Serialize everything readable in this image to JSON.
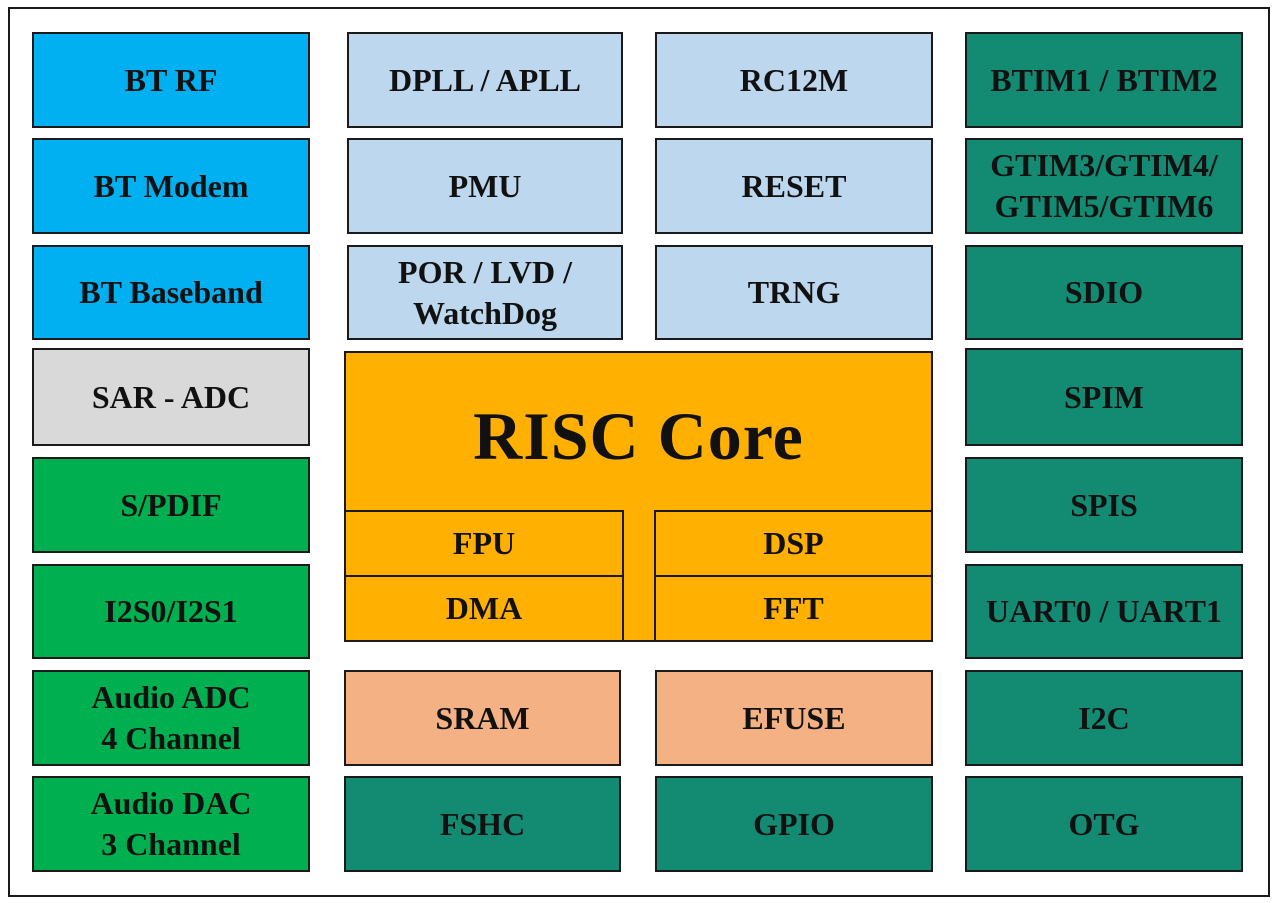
{
  "diagram": {
    "left_column": [
      {
        "id": "bt-rf",
        "label": "BT  RF"
      },
      {
        "id": "bt-modem",
        "label": "BT  Modem"
      },
      {
        "id": "bt-baseband",
        "label": "BT  Baseband"
      },
      {
        "id": "sar-adc",
        "label": "SAR - ADC"
      },
      {
        "id": "spdif",
        "label": "S/PDIF"
      },
      {
        "id": "i2s",
        "label": "I2S0/I2S1"
      },
      {
        "id": "audio-adc",
        "label": "Audio ADC\n4 Channel"
      },
      {
        "id": "audio-dac",
        "label": "Audio DAC\n3 Channel"
      }
    ],
    "center_left": [
      {
        "id": "dpll-apll",
        "label": "DPLL / APLL"
      },
      {
        "id": "pmu",
        "label": "PMU"
      },
      {
        "id": "por-lvd-watchdog",
        "label": "POR / LVD /\nWatchDog"
      }
    ],
    "center_right": [
      {
        "id": "rc12m",
        "label": "RC12M"
      },
      {
        "id": "reset",
        "label": "RESET"
      },
      {
        "id": "trng",
        "label": "TRNG"
      }
    ],
    "core": {
      "title": "RISC  Core",
      "fpu": "FPU",
      "dsp": "DSP",
      "dma": "DMA",
      "fft": "FFT"
    },
    "memory": {
      "sram": "SRAM",
      "efuse": "EFUSE"
    },
    "bottom": {
      "fshc": "FSHC",
      "gpio": "GPIO"
    },
    "right_column": [
      {
        "id": "btim",
        "label": "BTIM1 / BTIM2"
      },
      {
        "id": "gtim",
        "label": "GTIM3/GTIM4/\nGTIM5/GTIM6"
      },
      {
        "id": "sdio",
        "label": "SDIO"
      },
      {
        "id": "spim",
        "label": "SPIM"
      },
      {
        "id": "spis",
        "label": "SPIS"
      },
      {
        "id": "uart",
        "label": "UART0 / UART1"
      },
      {
        "id": "i2c",
        "label": "I2C"
      },
      {
        "id": "otg",
        "label": "OTG"
      }
    ],
    "colors": {
      "bt_blocks": "#00b0f0",
      "adc_block": "#d9d9d9",
      "audio_blocks": "#00b050",
      "clock_power_blocks": "#bdd7ee",
      "peripheral_blocks": "#138a72",
      "core_blocks": "#ffb000",
      "memory_blocks": "#f4b183"
    }
  }
}
